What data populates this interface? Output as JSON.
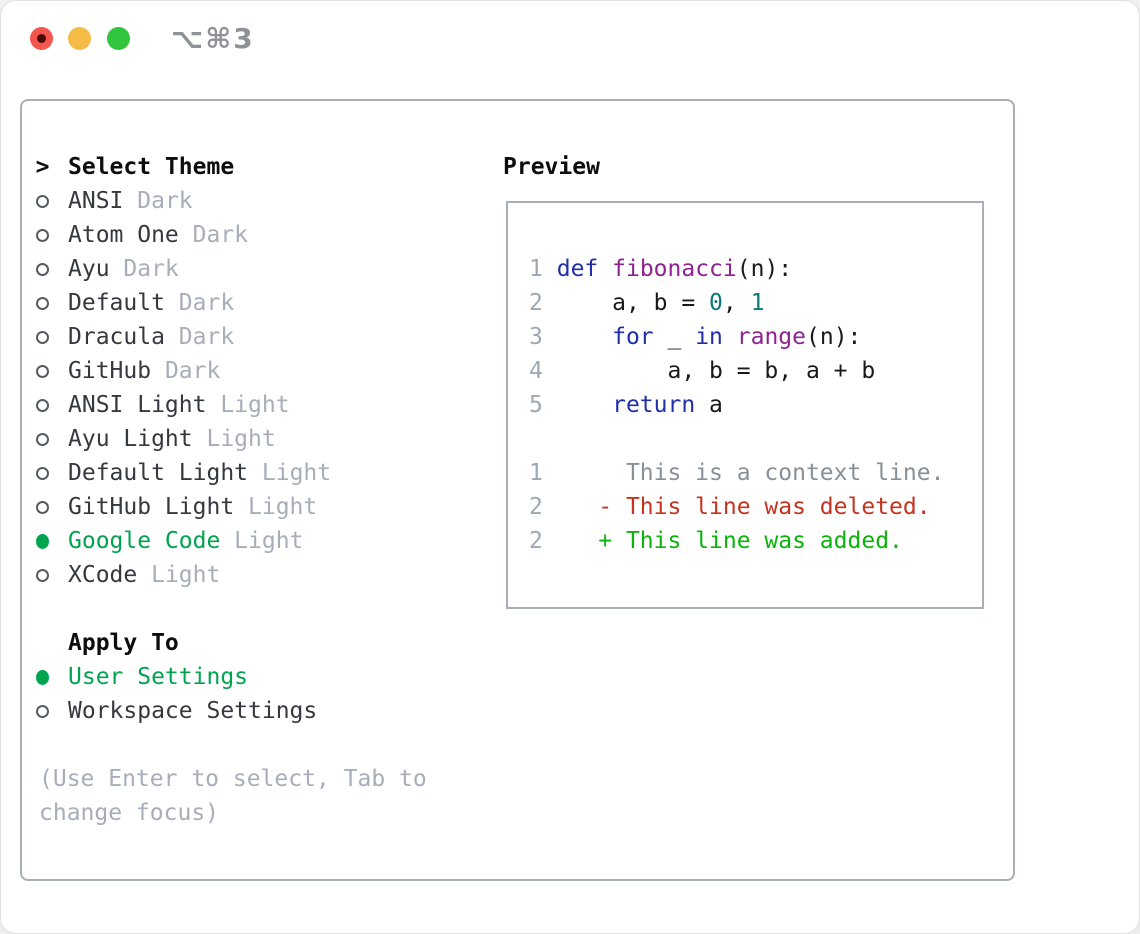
{
  "window": {
    "title": "⌥⌘3",
    "traffic_lights": [
      "close",
      "minimize",
      "zoom"
    ]
  },
  "theme_panel": {
    "heading_prefix": ">",
    "heading": "Select Theme",
    "items": [
      {
        "name": "ANSI",
        "variant": "Dark",
        "selected": false
      },
      {
        "name": "Atom One",
        "variant": "Dark",
        "selected": false
      },
      {
        "name": "Ayu",
        "variant": "Dark",
        "selected": false
      },
      {
        "name": "Default",
        "variant": "Dark",
        "selected": false
      },
      {
        "name": "Dracula",
        "variant": "Dark",
        "selected": false
      },
      {
        "name": "GitHub",
        "variant": "Dark",
        "selected": false
      },
      {
        "name": "ANSI Light",
        "variant": "Light",
        "selected": false
      },
      {
        "name": "Ayu Light",
        "variant": "Light",
        "selected": false
      },
      {
        "name": "Default Light",
        "variant": "Light",
        "selected": false
      },
      {
        "name": "GitHub Light",
        "variant": "Light",
        "selected": false
      },
      {
        "name": "Google Code",
        "variant": "Light",
        "selected": true
      },
      {
        "name": "XCode",
        "variant": "Light",
        "selected": false
      }
    ],
    "apply_to": {
      "heading": "Apply To",
      "options": [
        {
          "label": "User Settings",
          "selected": true
        },
        {
          "label": "Workspace Settings",
          "selected": false
        }
      ]
    },
    "hint": "(Use Enter to select, Tab to change focus)"
  },
  "preview": {
    "heading": "Preview",
    "lines": [
      {
        "num": "1",
        "tokens": [
          {
            "c": "pl",
            "s": " "
          },
          {
            "c": "kw",
            "s": "def"
          },
          {
            "c": "pl",
            "s": " "
          },
          {
            "c": "fn",
            "s": "fibonacci"
          },
          {
            "c": "pl",
            "s": "(n):"
          }
        ]
      },
      {
        "num": "2",
        "tokens": [
          {
            "c": "pl",
            "s": "     a, b = "
          },
          {
            "c": "nm",
            "s": "0"
          },
          {
            "c": "pl",
            "s": ", "
          },
          {
            "c": "nm",
            "s": "1"
          }
        ]
      },
      {
        "num": "3",
        "tokens": [
          {
            "c": "pl",
            "s": "     "
          },
          {
            "c": "kw",
            "s": "for"
          },
          {
            "c": "pl",
            "s": " _ "
          },
          {
            "c": "kw",
            "s": "in"
          },
          {
            "c": "pl",
            "s": " "
          },
          {
            "c": "fn",
            "s": "range"
          },
          {
            "c": "pl",
            "s": "(n):"
          }
        ]
      },
      {
        "num": "4",
        "tokens": [
          {
            "c": "pl",
            "s": "         a, b = b, a + b"
          }
        ]
      },
      {
        "num": "5",
        "tokens": [
          {
            "c": "pl",
            "s": "     "
          },
          {
            "c": "kw",
            "s": "return"
          },
          {
            "c": "pl",
            "s": " a"
          }
        ]
      },
      {
        "num": "",
        "tokens": []
      },
      {
        "num": "1",
        "tokens": [
          {
            "c": "ctx",
            "s": "      This is a context line."
          }
        ]
      },
      {
        "num": "2",
        "tokens": [
          {
            "c": "del",
            "s": "    - This line was deleted."
          }
        ]
      },
      {
        "num": "2",
        "tokens": [
          {
            "c": "add",
            "s": "    + This line was added."
          }
        ]
      }
    ]
  },
  "colors": {
    "accent_green": "#00a44f",
    "diff_green": "#0bb40b",
    "diff_red": "#c63420",
    "keyword_blue": "#1f30a8",
    "function_purple": "#8e2290",
    "number_teal": "#0c767c",
    "code_plain": "#17191c",
    "line_number_gray": "#9ea8b4",
    "context_gray": "#878f99",
    "muted_gray": "#a7aeb9",
    "border_gray": "#a8afb7",
    "item_text": "#34393f",
    "heading_black": "#0b0d0f",
    "title_gray": "#8e9196",
    "traffic_red": "#f2564d",
    "traffic_red_dot": "#4a0b05",
    "traffic_yellow": "#f4bc47",
    "traffic_green": "#31c53d"
  }
}
